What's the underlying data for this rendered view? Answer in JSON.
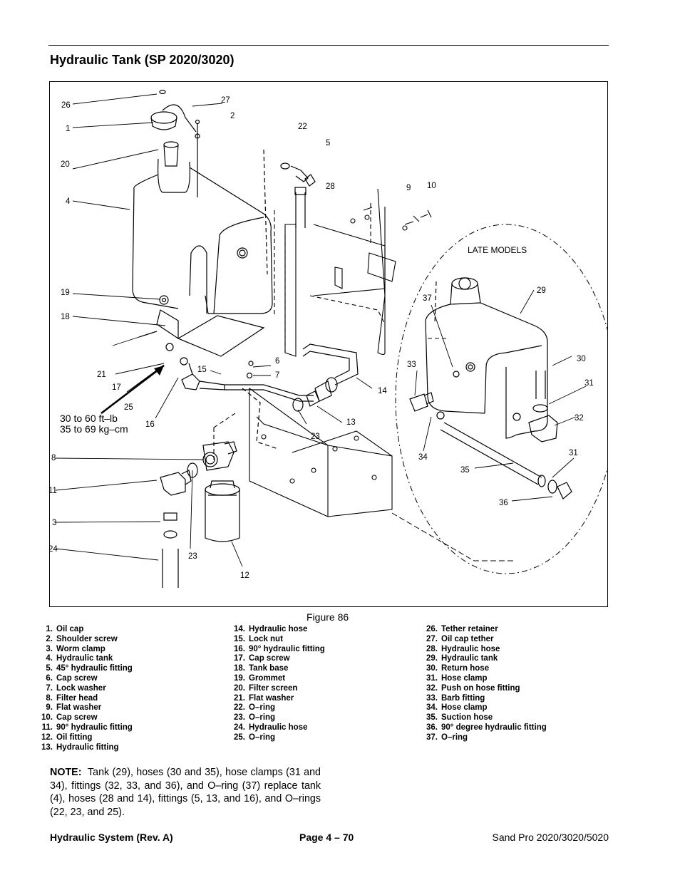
{
  "header": {
    "title": "Hydraulic Tank (SP 2020/3020)"
  },
  "figure": {
    "callouts": [
      {
        "id": "c26",
        "label": "26"
      },
      {
        "id": "c1",
        "label": "1"
      },
      {
        "id": "c27",
        "label": "27"
      },
      {
        "id": "c2",
        "label": "2"
      },
      {
        "id": "c20",
        "label": "20"
      },
      {
        "id": "c4",
        "label": "4"
      },
      {
        "id": "c22",
        "label": "22"
      },
      {
        "id": "c5",
        "label": "5"
      },
      {
        "id": "c28",
        "label": "28"
      },
      {
        "id": "c9",
        "label": "9"
      },
      {
        "id": "c10",
        "label": "10"
      },
      {
        "id": "c19",
        "label": "19"
      },
      {
        "id": "c18",
        "label": "18"
      },
      {
        "id": "c21",
        "label": "21"
      },
      {
        "id": "c17",
        "label": "17"
      },
      {
        "id": "c25",
        "label": "25"
      },
      {
        "id": "c16",
        "label": "16"
      },
      {
        "id": "c15",
        "label": "15"
      },
      {
        "id": "c6",
        "label": "6"
      },
      {
        "id": "c7",
        "label": "7"
      },
      {
        "id": "c14",
        "label": "14"
      },
      {
        "id": "c13",
        "label": "13"
      },
      {
        "id": "c23a",
        "label": "23"
      },
      {
        "id": "c8",
        "label": "8"
      },
      {
        "id": "c11",
        "label": "11"
      },
      {
        "id": "c3",
        "label": "3"
      },
      {
        "id": "c24",
        "label": "24"
      },
      {
        "id": "c23b",
        "label": "23"
      },
      {
        "id": "c12",
        "label": "12"
      },
      {
        "id": "c29",
        "label": "29"
      },
      {
        "id": "c37",
        "label": "37"
      },
      {
        "id": "c33",
        "label": "33"
      },
      {
        "id": "c30",
        "label": "30"
      },
      {
        "id": "c31a",
        "label": "31"
      },
      {
        "id": "c32",
        "label": "32"
      },
      {
        "id": "c34",
        "label": "34"
      },
      {
        "id": "c35",
        "label": "35"
      },
      {
        "id": "c31b",
        "label": "31"
      },
      {
        "id": "c36",
        "label": "36"
      }
    ],
    "torque_line1": "30 to 60 ft–lb",
    "torque_line2": "35 to 69 kg–cm",
    "late_models_label": "LATE MODELS",
    "caption": "Figure 86"
  },
  "parts_list": {
    "column1": [
      {
        "num": "1.",
        "name": "Oil cap"
      },
      {
        "num": "2.",
        "name": "Shoulder screw"
      },
      {
        "num": "3.",
        "name": "Worm clamp"
      },
      {
        "num": "4.",
        "name": "Hydraulic tank"
      },
      {
        "num": "5.",
        "name": "45° hydraulic fitting"
      },
      {
        "num": "6.",
        "name": "Cap screw"
      },
      {
        "num": "7.",
        "name": "Lock washer"
      },
      {
        "num": "8.",
        "name": "Filter head"
      },
      {
        "num": "9.",
        "name": "Flat washer"
      },
      {
        "num": "10.",
        "name": "Cap screw"
      },
      {
        "num": "11.",
        "name": "90° hydraulic fitting"
      },
      {
        "num": "12.",
        "name": "Oil fitting"
      },
      {
        "num": "13.",
        "name": "Hydraulic fitting"
      }
    ],
    "column2": [
      {
        "num": "14.",
        "name": "Hydraulic hose"
      },
      {
        "num": "15.",
        "name": "Lock nut"
      },
      {
        "num": "16.",
        "name": "90° hydraulic fitting"
      },
      {
        "num": "17.",
        "name": "Cap screw"
      },
      {
        "num": "18.",
        "name": "Tank base"
      },
      {
        "num": "19.",
        "name": "Grommet"
      },
      {
        "num": "20.",
        "name": "Filter screen"
      },
      {
        "num": "21.",
        "name": "Flat washer"
      },
      {
        "num": "22.",
        "name": "O–ring"
      },
      {
        "num": "23.",
        "name": "O–ring"
      },
      {
        "num": "24.",
        "name": "Hydraulic hose"
      },
      {
        "num": "25.",
        "name": "O–ring"
      }
    ],
    "column3": [
      {
        "num": "26.",
        "name": "Tether retainer"
      },
      {
        "num": "27.",
        "name": "Oil cap tether"
      },
      {
        "num": "28.",
        "name": "Hydraulic hose"
      },
      {
        "num": "29.",
        "name": "Hydraulic tank"
      },
      {
        "num": "30.",
        "name": "Return hose"
      },
      {
        "num": "31.",
        "name": "Hose clamp"
      },
      {
        "num": "32.",
        "name": "Push on hose fitting"
      },
      {
        "num": "33.",
        "name": "Barb fitting"
      },
      {
        "num": "34.",
        "name": "Hose clamp"
      },
      {
        "num": "35.",
        "name": "Suction hose"
      },
      {
        "num": "36.",
        "name": "90° degree hydraulic fitting"
      },
      {
        "num": "37.",
        "name": "O–ring"
      }
    ]
  },
  "note": {
    "label": "NOTE:",
    "text": "Tank (29), hoses (30 and 35), hose clamps (31 and 34), fittings (32, 33, and 36), and O–ring (37) replace tank (4), hoses (28 and 14), fittings (5, 13, and 16), and O–rings (22, 23, and 25)."
  },
  "footer": {
    "left": "Hydraulic System (Rev. A)",
    "center": "Page 4 – 70",
    "right": "Sand Pro 2020/3020/5020"
  }
}
